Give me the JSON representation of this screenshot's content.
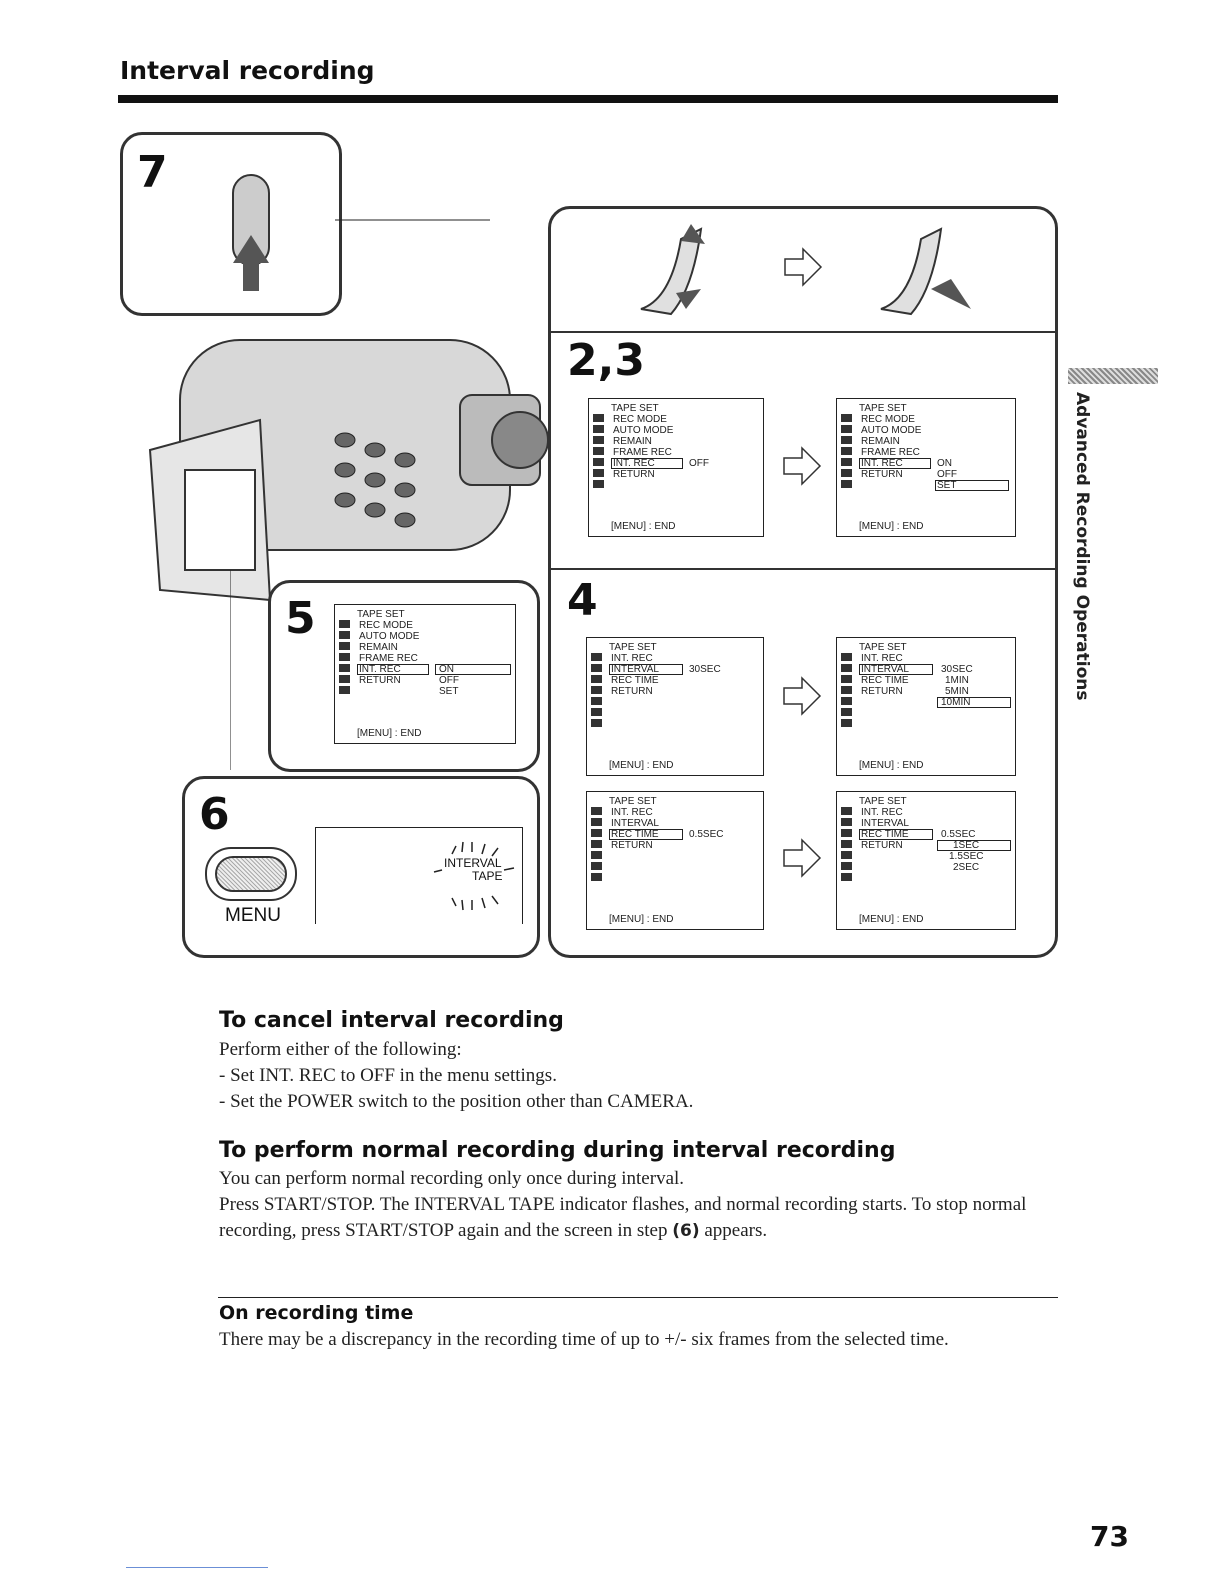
{
  "page": {
    "title": "Interval recording",
    "side_tab": "Advanced Recording Operations",
    "page_number": "73"
  },
  "steps": {
    "s7": "7",
    "s23": "2,3",
    "s4": "4",
    "s5": "5",
    "s6": "6"
  },
  "menu_common": {
    "title": "TAPE SET",
    "end": "[MENU] : END"
  },
  "menu_a": {
    "items": [
      "REC MODE",
      "AUTO MODE",
      "REMAIN",
      "FRAME REC",
      "INT. REC",
      "RETURN"
    ],
    "value": "OFF"
  },
  "menu_b": {
    "items": [
      "REC MODE",
      "AUTO MODE",
      "REMAIN",
      "FRAME REC",
      "INT. REC",
      "RETURN"
    ],
    "options": [
      "ON",
      "OFF",
      "SET"
    ]
  },
  "menu_c": {
    "items": [
      "INT. REC",
      "INTERVAL",
      "REC TIME",
      "RETURN"
    ],
    "value": "30SEC"
  },
  "menu_d": {
    "items": [
      "INT. REC",
      "INTERVAL",
      "REC TIME",
      "RETURN"
    ],
    "options": [
      "30SEC",
      "1MIN",
      "5MIN",
      "10MIN"
    ]
  },
  "menu_e": {
    "items": [
      "INT. REC",
      "INTERVAL",
      "REC TIME",
      "RETURN"
    ],
    "value": "0.5SEC"
  },
  "menu_f": {
    "items": [
      "INT. REC",
      "INTERVAL",
      "REC TIME",
      "RETURN"
    ],
    "options": [
      "0.5SEC",
      "1SEC",
      "1.5SEC",
      "2SEC"
    ]
  },
  "menu_5": {
    "items": [
      "REC MODE",
      "AUTO MODE",
      "REMAIN",
      "FRAME REC",
      "INT. REC",
      "RETURN"
    ],
    "options": [
      "ON",
      "OFF",
      "SET"
    ]
  },
  "step6": {
    "button_label": "MENU",
    "indicator_line1": "INTERVAL",
    "indicator_line2": "TAPE"
  },
  "section_cancel": {
    "heading": "To cancel interval recording",
    "lines": [
      "Perform either of the following:",
      "- Set INT. REC to OFF in the menu settings.",
      "- Set the POWER switch to the position other than CAMERA."
    ]
  },
  "section_normal": {
    "heading": "To perform normal recording during interval recording",
    "line1": "You can perform normal recording only once during interval.",
    "para": "Press START/STOP. The INTERVAL TAPE indicator flashes, and normal recording starts. To stop normal recording, press START/STOP again and the screen in step",
    "step_ref": "(6)",
    "para_end": "appears."
  },
  "note": {
    "heading": "On recording time",
    "text": "There may be a discrepancy in the recording time of up to +/- six frames from the selected time."
  }
}
